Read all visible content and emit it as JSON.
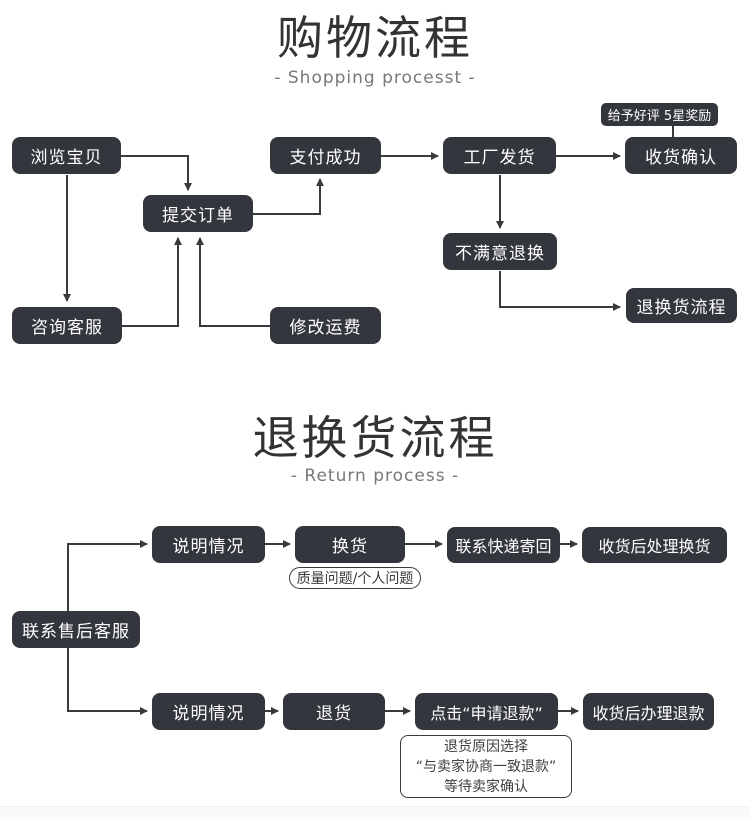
{
  "colors": {
    "node_bg": "#33363c",
    "node_text": "#ffffff",
    "line": "#3a3a3e",
    "title": "#333333",
    "subtitle": "#777777"
  },
  "shopping": {
    "title": "购物流程",
    "subtitle": "- Shopping processt -",
    "nodes": {
      "browse": "浏览宝贝",
      "submit_order": "提交订单",
      "pay_success": "支付成功",
      "factory_ship": "工厂发货",
      "confirm_receipt": "收货确认",
      "praise_reward": "给予好评 5星奖励",
      "consult_service": "咨询客服",
      "modify_freight": "修改运费",
      "unsatisfied_return": "不满意退换",
      "return_process": "退换货流程"
    }
  },
  "return": {
    "title": "退换货流程",
    "subtitle": "- Return process -",
    "nodes": {
      "contact_after_sales": "联系售后客服",
      "explain_top": "说明情况",
      "exchange": "换货",
      "exchange_note": "质量问题/个人问题",
      "courier_return": "联系快递寄回",
      "handle_exchange": "收货后处理换货",
      "explain_bottom": "说明情况",
      "refund": "退货",
      "apply_refund": "点击“申请退款”",
      "handle_refund": "收货后办理退款",
      "note_line1": "退货原因选择",
      "note_line2": "“与卖家协商一致退款”",
      "note_line3": "等待卖家确认"
    }
  }
}
